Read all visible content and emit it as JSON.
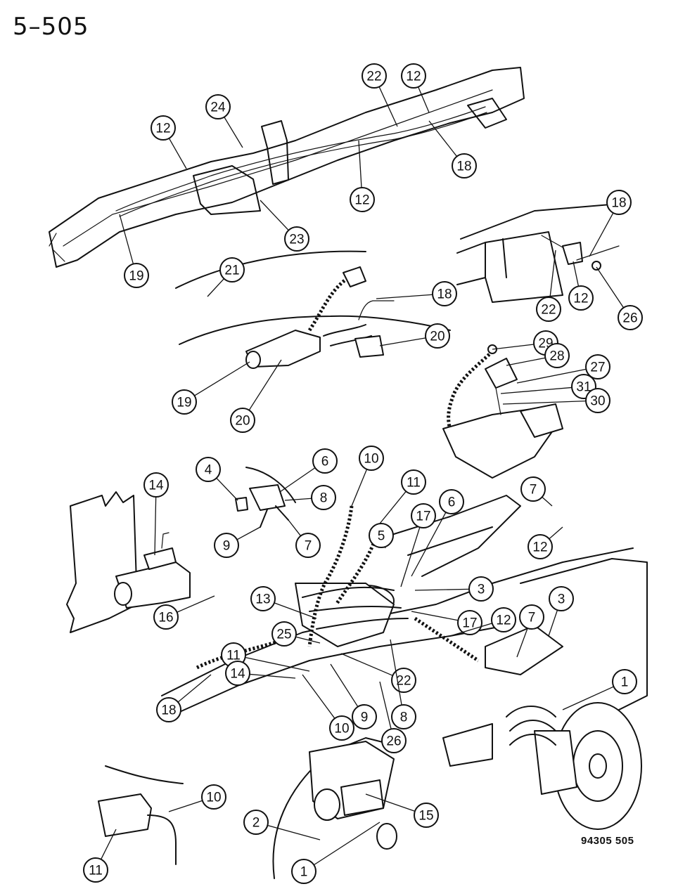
{
  "page_number": "5–505",
  "figure_code": "94305 505",
  "callouts": [
    {
      "id": "c24",
      "label": "24"
    },
    {
      "id": "c12a",
      "label": "12"
    },
    {
      "id": "c22a",
      "label": "22"
    },
    {
      "id": "c12b",
      "label": "12"
    },
    {
      "id": "c18a",
      "label": "18"
    },
    {
      "id": "c12c",
      "label": "12"
    },
    {
      "id": "c23",
      "label": "23"
    },
    {
      "id": "c19a",
      "label": "19"
    },
    {
      "id": "c21",
      "label": "21"
    },
    {
      "id": "c18b",
      "label": "18"
    },
    {
      "id": "c20a",
      "label": "20"
    },
    {
      "id": "c19b",
      "label": "19"
    },
    {
      "id": "c20b",
      "label": "20"
    },
    {
      "id": "c18c",
      "label": "18"
    },
    {
      "id": "c22b",
      "label": "22"
    },
    {
      "id": "c12d",
      "label": "12"
    },
    {
      "id": "c26a",
      "label": "26"
    },
    {
      "id": "c29",
      "label": "29"
    },
    {
      "id": "c28",
      "label": "28"
    },
    {
      "id": "c27",
      "label": "27"
    },
    {
      "id": "c31",
      "label": "31"
    },
    {
      "id": "c30",
      "label": "30"
    },
    {
      "id": "c4",
      "label": "4"
    },
    {
      "id": "c6a",
      "label": "6"
    },
    {
      "id": "c8a",
      "label": "8"
    },
    {
      "id": "c9a",
      "label": "9"
    },
    {
      "id": "c7a",
      "label": "7"
    },
    {
      "id": "c10a",
      "label": "10"
    },
    {
      "id": "c11a",
      "label": "11"
    },
    {
      "id": "c5",
      "label": "5"
    },
    {
      "id": "c17a",
      "label": "17"
    },
    {
      "id": "c6b",
      "label": "6"
    },
    {
      "id": "c7b",
      "label": "7"
    },
    {
      "id": "c12e",
      "label": "12"
    },
    {
      "id": "c14a",
      "label": "14"
    },
    {
      "id": "c16",
      "label": "16"
    },
    {
      "id": "c3a",
      "label": "3"
    },
    {
      "id": "c13",
      "label": "13"
    },
    {
      "id": "c17b",
      "label": "17"
    },
    {
      "id": "c12f",
      "label": "12"
    },
    {
      "id": "c7c",
      "label": "7"
    },
    {
      "id": "c3b",
      "label": "3"
    },
    {
      "id": "c25",
      "label": "25"
    },
    {
      "id": "c11b",
      "label": "11"
    },
    {
      "id": "c14b",
      "label": "14"
    },
    {
      "id": "c22c",
      "label": "22"
    },
    {
      "id": "c8b",
      "label": "8"
    },
    {
      "id": "c9b",
      "label": "9"
    },
    {
      "id": "c26b",
      "label": "26"
    },
    {
      "id": "c18d",
      "label": "18"
    },
    {
      "id": "c10b",
      "label": "10"
    },
    {
      "id": "c1a",
      "label": "1"
    },
    {
      "id": "c10c",
      "label": "10"
    },
    {
      "id": "c15",
      "label": "15"
    },
    {
      "id": "c2",
      "label": "2"
    },
    {
      "id": "c11c",
      "label": "11"
    },
    {
      "id": "c1b",
      "label": "1"
    }
  ]
}
